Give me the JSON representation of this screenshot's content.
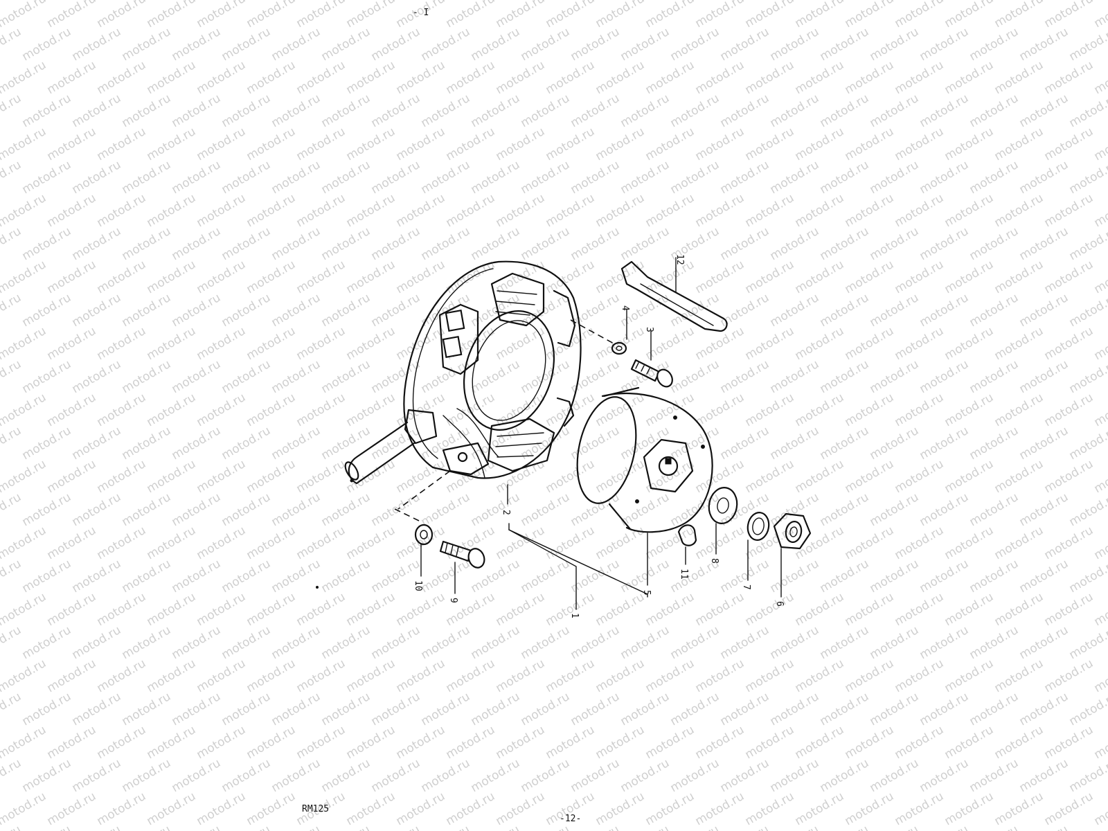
{
  "watermark": {
    "text": "motod.ru",
    "color": "#cfcfcf"
  },
  "header": {
    "top_mark": "- I"
  },
  "callouts": [
    {
      "id": "1",
      "label": "1"
    },
    {
      "id": "2",
      "label": "2"
    },
    {
      "id": "3",
      "label": "3"
    },
    {
      "id": "4",
      "label": "4"
    },
    {
      "id": "5",
      "label": "5"
    },
    {
      "id": "6",
      "label": "6"
    },
    {
      "id": "7",
      "label": "7"
    },
    {
      "id": "8",
      "label": "8"
    },
    {
      "id": "9",
      "label": "9"
    },
    {
      "id": "10",
      "label": "10"
    },
    {
      "id": "11",
      "label": "11"
    },
    {
      "id": "12",
      "label": "12"
    }
  ],
  "footer": {
    "model_code": "RM125",
    "page_number": "-12-"
  },
  "colors": {
    "ink": "#111111",
    "background": "#ffffff"
  }
}
